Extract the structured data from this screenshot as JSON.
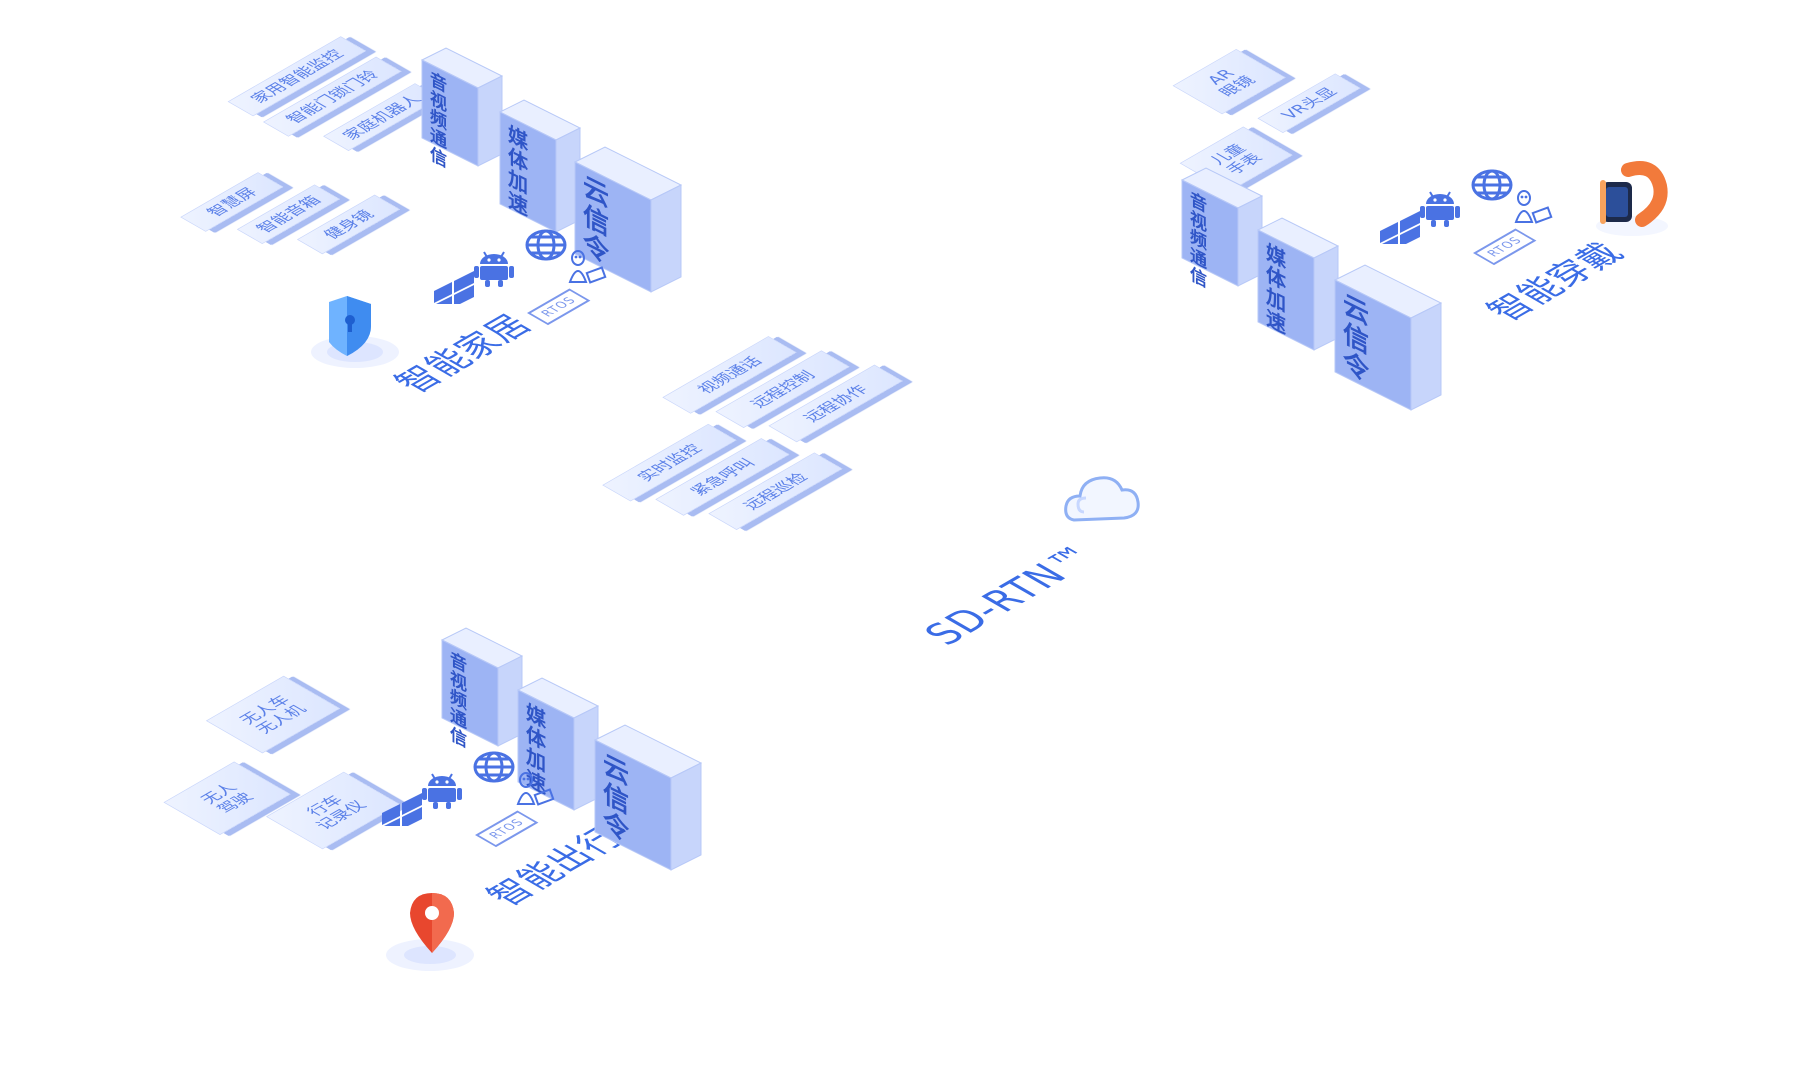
{
  "colors": {
    "tile_text": "#5b80e8",
    "cube_text": "#2f55c7",
    "title": "#3a6ce6",
    "accent_orange": "#f27a3b",
    "accent_red": "#e8472e"
  },
  "home": {
    "title": "智能家居",
    "tiles": [
      {
        "label": "家用智能监控"
      },
      {
        "label": "智能门锁门铃"
      },
      {
        "label": "家庭机器人"
      },
      {
        "label": "智慧屏"
      },
      {
        "label": "智能音箱"
      },
      {
        "label": "健身镜"
      }
    ],
    "cubes": [
      {
        "label": "音视频\n通信"
      },
      {
        "label": "媒体\n加速"
      },
      {
        "label": "云信令"
      }
    ],
    "os": {
      "rtos": "RTOS",
      "icons": [
        "windows-icon",
        "android-icon",
        "web-globe-icon",
        "linux-icon"
      ]
    },
    "badge_icon": "shield-lock-icon"
  },
  "wear": {
    "title": "智能穿戴",
    "tiles": [
      {
        "label": "AR\n眼镜"
      },
      {
        "label": "儿童\n手表"
      },
      {
        "label": "VR头显"
      }
    ],
    "cubes": [
      {
        "label": "音视频\n通信"
      },
      {
        "label": "媒体\n加速"
      },
      {
        "label": "云信令"
      }
    ],
    "os": {
      "rtos": "RTOS",
      "icons": [
        "windows-icon",
        "android-icon",
        "web-globe-icon",
        "linux-icon"
      ]
    },
    "badge_icon": "smartwatch-icon"
  },
  "rtn": {
    "title": "SD-RTN™",
    "tiles": [
      {
        "label": "视频通话"
      },
      {
        "label": "远程控制"
      },
      {
        "label": "远程协作"
      },
      {
        "label": "实时监控"
      },
      {
        "label": "紧急呼叫"
      },
      {
        "label": "远程巡检"
      }
    ],
    "badge_icon": "cloud-icon"
  },
  "travel": {
    "title": "智能出行",
    "tiles": [
      {
        "label": "无人车\n无人机"
      },
      {
        "label": "无人\n驾驶"
      },
      {
        "label": "行车\n记录仪"
      }
    ],
    "cubes": [
      {
        "label": "音视频\n通信"
      },
      {
        "label": "媒体\n加速"
      },
      {
        "label": "云信令"
      }
    ],
    "os": {
      "rtos": "RTOS",
      "icons": [
        "windows-icon",
        "android-icon",
        "web-globe-icon",
        "linux-icon"
      ]
    },
    "badge_icon": "location-pin-icon"
  }
}
